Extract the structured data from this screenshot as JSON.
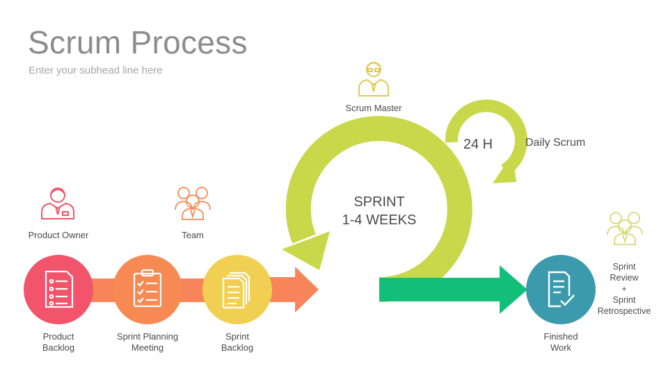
{
  "title": "Scrum Process",
  "subhead": "Enter your subhead line here",
  "roles": {
    "product_owner": "Product Owner",
    "team": "Team",
    "scrum_master": "Scrum Master"
  },
  "steps": {
    "product_backlog": [
      "Product",
      "Backlog"
    ],
    "sprint_planning": [
      "Sprint Planning",
      "Meeting"
    ],
    "sprint_backlog": [
      "Sprint",
      "Backlog"
    ],
    "finished_work": [
      "Finished",
      "Work"
    ]
  },
  "sprint": [
    "SPRINT",
    "1-4 WEEKS"
  ],
  "daily": {
    "duration": "24 H",
    "label": "Daily Scrum"
  },
  "review": [
    "Sprint",
    "Review",
    "+",
    "Sprint",
    "Retrospective"
  ],
  "colors": {
    "pink": "#f2546b",
    "orange": "#f68a52",
    "arrow_orange": "#f8845a",
    "yellow": "#f1cf52",
    "green_cycle": "#c8d84a",
    "green_arrow": "#12bf79",
    "teal": "#3c9aad",
    "review_icon": "#d3db78"
  }
}
